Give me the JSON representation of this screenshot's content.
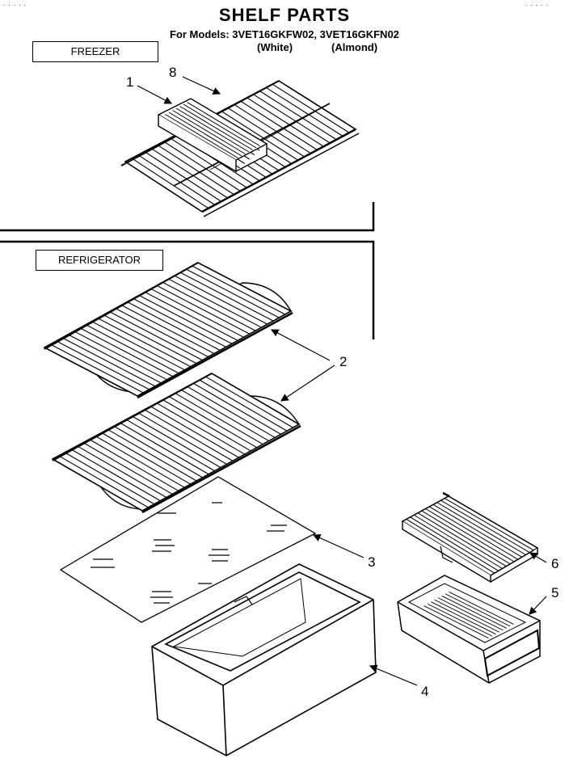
{
  "header": {
    "title": "SHELF PARTS",
    "models_line": "For Models: 3VET16GKFW02, 3VET16GKFN02",
    "variant_white": "(White)",
    "variant_almond": "(Almond)",
    "corner_left": ". . . . .",
    "corner_right": ". . . . ."
  },
  "sections": {
    "freezer_label": "FREEZER",
    "refrigerator_label": "REFRIGERATOR"
  },
  "callouts": {
    "c1": "1",
    "c8": "8",
    "c2": "2",
    "c3": "3",
    "c4": "4",
    "c5": "5",
    "c6": "6"
  }
}
